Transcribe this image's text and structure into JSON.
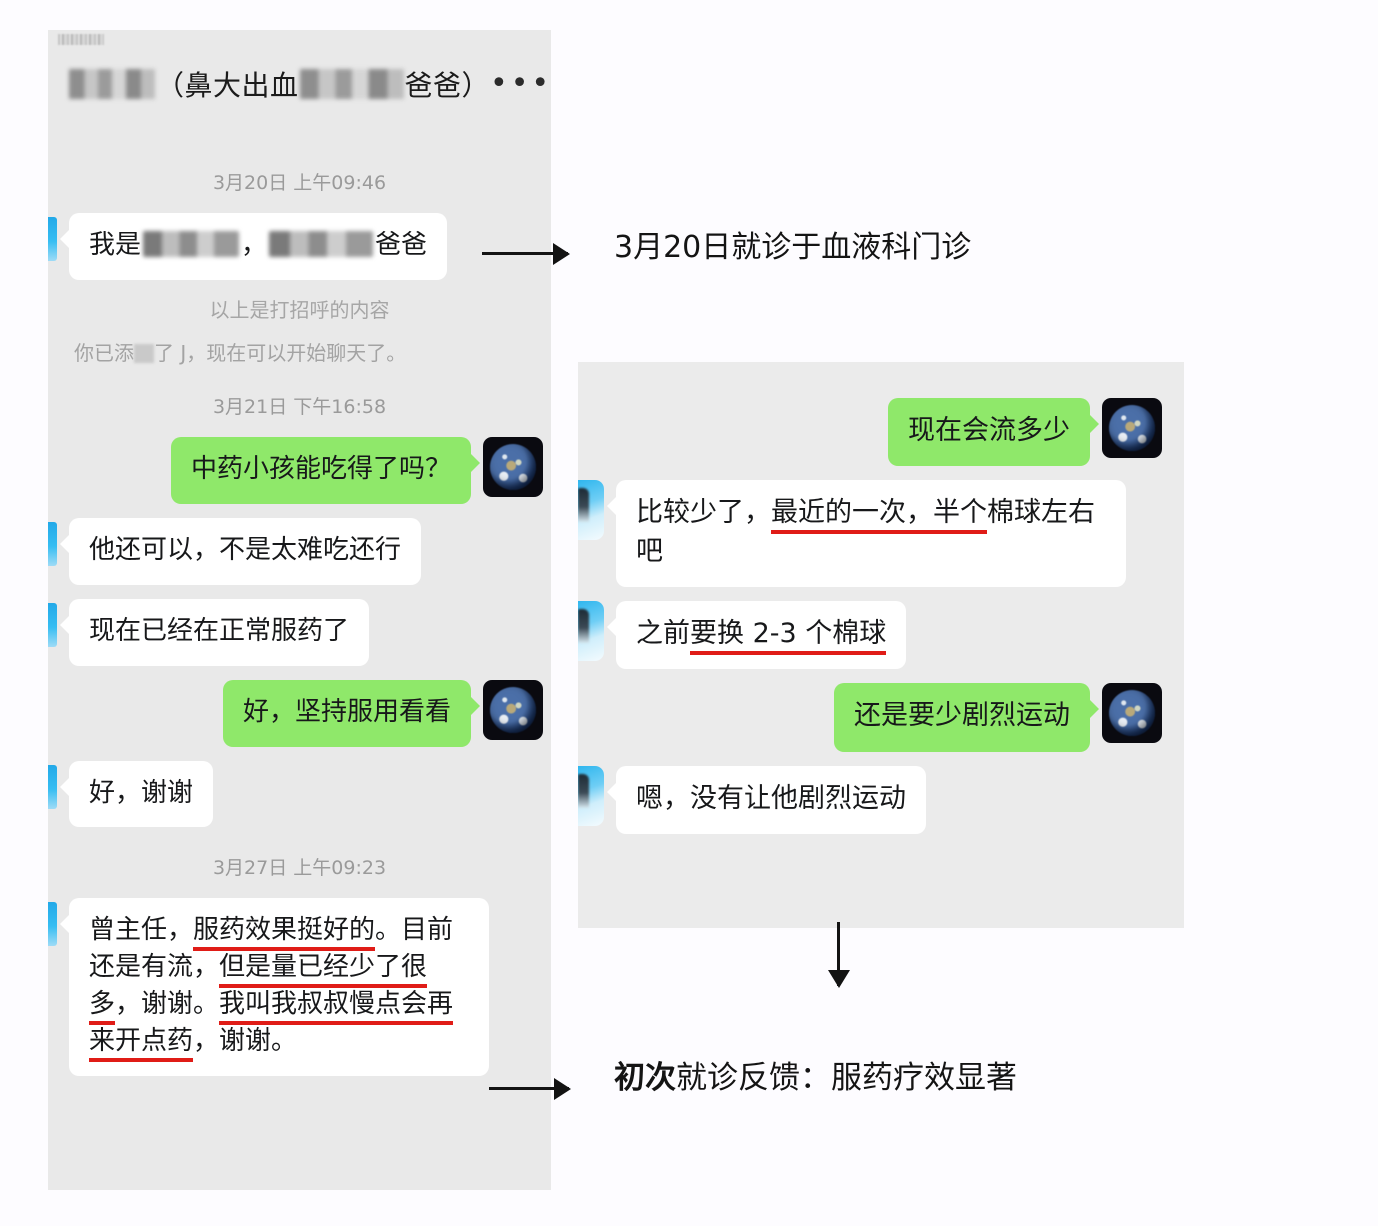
{
  "page": {
    "background_color": "#fdfcff",
    "accent_green": "#8fe86a",
    "annotation_red": "#e01c17"
  },
  "left_panel": {
    "header": {
      "name_redacted": true,
      "title_text": "（鼻大出血",
      "title_text_2": "爸爸）",
      "menu_label": "•••"
    },
    "items": [
      {
        "kind": "timestamp",
        "text": "3月20日 上午09:46"
      },
      {
        "kind": "in",
        "text_prefix": "我是",
        "text_mid": "，",
        "text_suffix": "爸爸",
        "redacted": true
      },
      {
        "kind": "system",
        "text": "以上是打招呼的内容"
      },
      {
        "kind": "system_left",
        "text_prefix": "你已添",
        "text_suffix": "了 J，现在可以开始聊天了。"
      },
      {
        "kind": "timestamp",
        "text": "3月21日 下午16:58"
      },
      {
        "kind": "out",
        "text": "中药小孩能吃得了吗？"
      },
      {
        "kind": "in",
        "text": "他还可以，不是太难吃还行"
      },
      {
        "kind": "in",
        "text": "现在已经在正常服药了"
      },
      {
        "kind": "out",
        "text": "好，坚持服用看看"
      },
      {
        "kind": "in",
        "text": "好，谢谢"
      },
      {
        "kind": "timestamp",
        "text": "3月27日 上午09:23"
      },
      {
        "kind": "in_long",
        "segments": [
          {
            "text": "曾主任，",
            "underline": false
          },
          {
            "text": "服药效果挺好的",
            "underline": true
          },
          {
            "text": "。目前还是有流，",
            "underline": false
          },
          {
            "text": "但是量已经少了很多",
            "underline": true
          },
          {
            "text": "，谢谢。",
            "underline": false
          },
          {
            "text": "我叫我叔叔慢点会再来开点药",
            "underline": true
          },
          {
            "text": "，谢谢。",
            "underline": false
          }
        ],
        "plain_text": "曾主任，服药效果挺好的。目前还是有流，但是量已经少了很多，谢谢。我叫我叔叔慢点会再来开点药，谢谢。"
      }
    ]
  },
  "right_panel": {
    "items": [
      {
        "kind": "out",
        "text": "现在会流多少"
      },
      {
        "kind": "in",
        "segments": [
          {
            "text": "比较少了，",
            "underline": false
          },
          {
            "text": "最近的一次，半个",
            "underline": true
          },
          {
            "text": "棉球左右吧",
            "underline": false
          }
        ],
        "plain_text": "比较少了，最近的一次，半个棉球左右吧"
      },
      {
        "kind": "in",
        "segments": [
          {
            "text": "之前",
            "underline": false
          },
          {
            "text": "要换 2-3 个棉球",
            "underline": true
          }
        ],
        "plain_text": "之前要换 2-3 个棉球"
      },
      {
        "kind": "out",
        "text": "还是要少剧烈运动"
      },
      {
        "kind": "in",
        "text": "嗯，没有让他剧烈运动"
      }
    ]
  },
  "annotations": {
    "caption_top": "3月20日就诊于血液科门诊",
    "caption_bottom_bold": "初次",
    "caption_bottom_rest": "就诊反馈：服药疗效显著",
    "arrow_top_name": "arrow-right",
    "arrow_bottom_name": "arrow-right",
    "arrow_down_name": "arrow-down"
  }
}
